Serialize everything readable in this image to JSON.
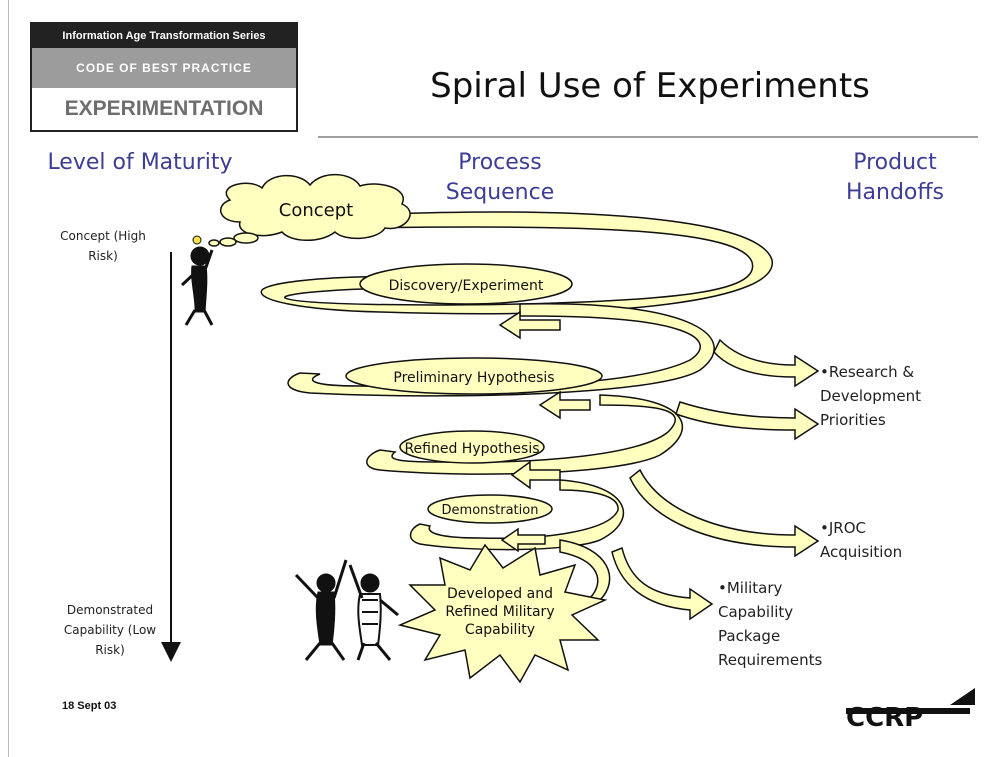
{
  "badge": {
    "series": "Information Age Transformation Series",
    "code_of_best_practice": "CODE OF BEST PRACTICE",
    "experimentation": "EXPERIMENTATION"
  },
  "title": "Spiral Use of Experiments",
  "columns": {
    "left": "Level of Maturity",
    "center": "Process Sequence",
    "right": "Product Handoffs"
  },
  "maturity_axis": {
    "top": "Concept (High Risk)",
    "bottom": "Demonstrated Capability (Low Risk)"
  },
  "spiral_stages": [
    "Concept",
    "Discovery/Experiment",
    "Preliminary Hypothesis",
    "Refined Hypothesis",
    "Demonstration",
    "Developed and Refined Military Capability"
  ],
  "handoffs": [
    "•Research & Development Priorities",
    "•JROC Acquisition",
    "•Military Capability Package Requirements"
  ],
  "footer": {
    "date": "18 Sept 03",
    "logo": "CCRP"
  },
  "colors": {
    "ribbon": "#ffffc0",
    "ribbon_shadow": "#c6c6a0",
    "heading": "#3d3d95"
  }
}
